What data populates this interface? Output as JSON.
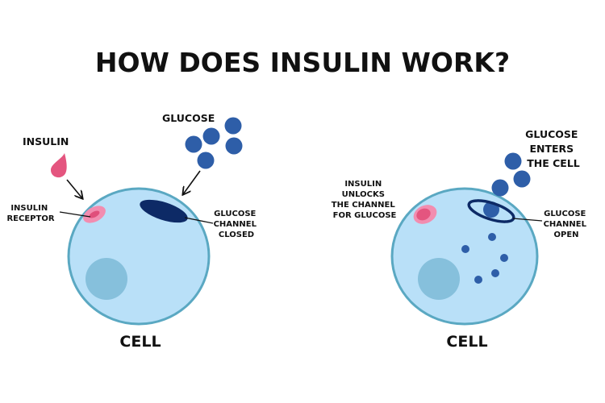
{
  "title": "HOW DOES INSULIN WORK?",
  "left_panel": {
    "insulin_label": "INSULIN",
    "glucose_label": "GLUCOSE",
    "receptor_label": [
      "INSULIN",
      "RECEPTOR"
    ],
    "channel_label": [
      "GLUCOSE",
      "CHANNEL",
      "CLOSED"
    ],
    "cell_label": "CELL"
  },
  "right_panel": {
    "unlock_label": [
      "INSULIN",
      "UNLOCKS",
      "THE CHANNEL",
      "FOR GLUCOSE"
    ],
    "enters_label": [
      "GLUCOSE",
      "ENTERS",
      "THE CELL"
    ],
    "channel_label": [
      "GLUCOSE",
      "CHANNEL",
      "OPEN"
    ],
    "cell_label": "CELL"
  },
  "colors": {
    "cell_fill": "#b9e0f8",
    "cell_border": "#5aa8c2",
    "nucleus": "#86c0dc",
    "glucose": "#2e5ea8",
    "insulin": "#e4557f",
    "receptor": "#f28db0",
    "channel": "#0d2a66",
    "text": "#111111"
  }
}
